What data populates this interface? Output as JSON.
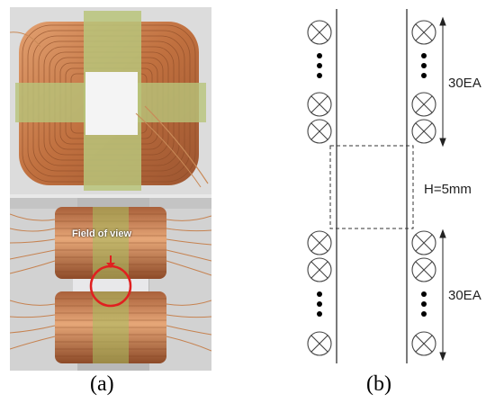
{
  "panel_a": {
    "caption": "(a)",
    "annotation": "Field of view"
  },
  "panel_b": {
    "caption": "(b)",
    "top_count_label": "30EA",
    "bottom_count_label": "30EA",
    "gap_label": "H=5mm"
  },
  "colors": {
    "copper": "#c8794a",
    "tape": "#b8c47a",
    "highlight": "#e02020"
  }
}
